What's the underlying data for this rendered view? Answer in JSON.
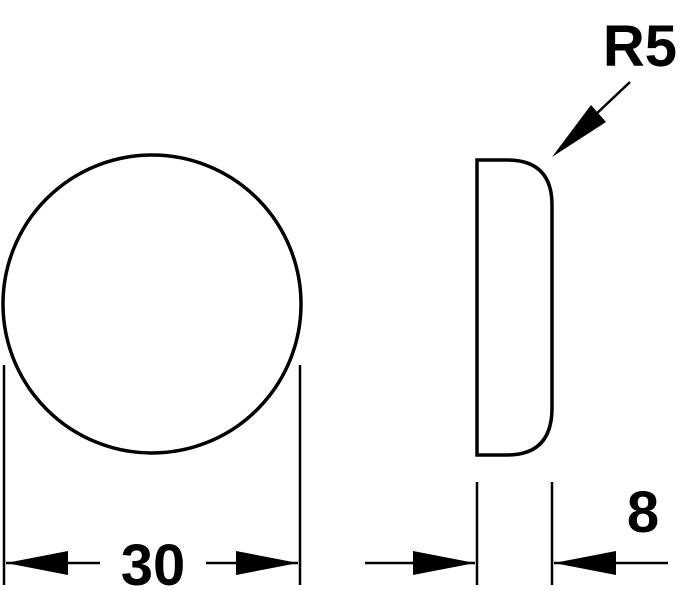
{
  "views": {
    "front": {
      "name": "round-cap-front-view"
    },
    "side": {
      "name": "cap-side-profile"
    }
  },
  "dimensions": {
    "diameter": "30",
    "thickness": "8",
    "edge_radius": "R5"
  },
  "colors": {
    "line": "#000000",
    "background": "#ffffff"
  }
}
